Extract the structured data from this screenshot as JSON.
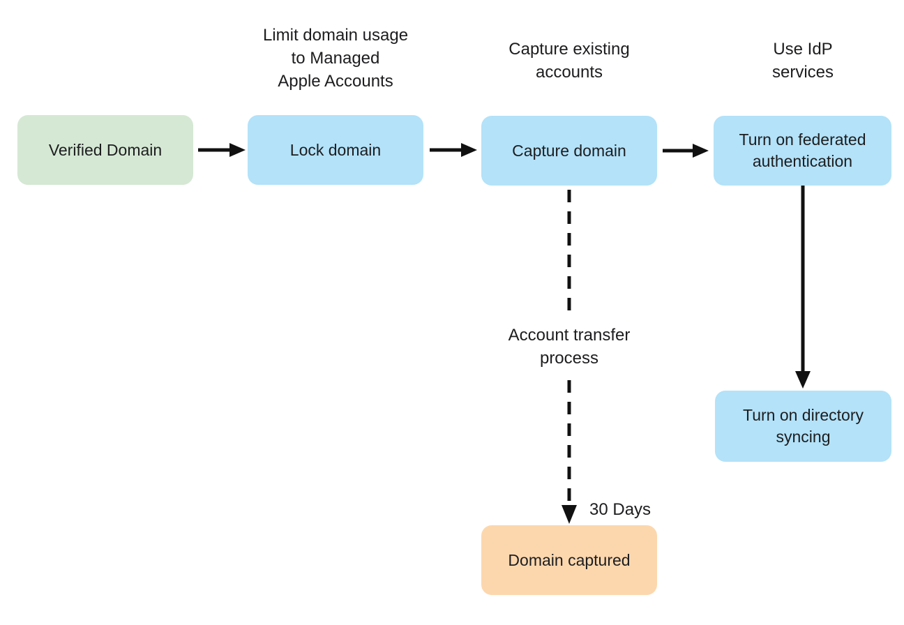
{
  "colors": {
    "background": "#ffffff",
    "node_green": "#d5e8d4",
    "node_blue": "#b3e2f9",
    "node_orange": "#fcd7ae",
    "text": "#1d1d1f",
    "arrow": "#111111"
  },
  "nodes": {
    "verified": {
      "label": "Verified Domain"
    },
    "lock": {
      "label": "Lock domain"
    },
    "capture": {
      "label": "Capture domain"
    },
    "federated": {
      "label": "Turn on federated\nauthentication"
    },
    "directory": {
      "label": "Turn on directory\nsyncing"
    },
    "captured": {
      "label": "Domain captured"
    }
  },
  "annotations": {
    "limit_domain": "Limit domain usage\nto Managed\nApple Accounts",
    "capture_existing": "Capture existing\naccounts",
    "use_idp": "Use IdP\nservices",
    "account_transfer": "Account transfer\nprocess",
    "thirty_days": "30 Days"
  },
  "edges": [
    {
      "from": "Verified Domain",
      "to": "Lock domain",
      "style": "solid"
    },
    {
      "from": "Lock domain",
      "to": "Capture domain",
      "style": "solid"
    },
    {
      "from": "Capture domain",
      "to": "Turn on federated authentication",
      "style": "solid"
    },
    {
      "from": "Capture domain",
      "to": "Domain captured",
      "style": "dashed",
      "labels": [
        "Account transfer process",
        "30 Days"
      ]
    },
    {
      "from": "Turn on federated authentication",
      "to": "Turn on directory syncing",
      "style": "solid"
    }
  ]
}
